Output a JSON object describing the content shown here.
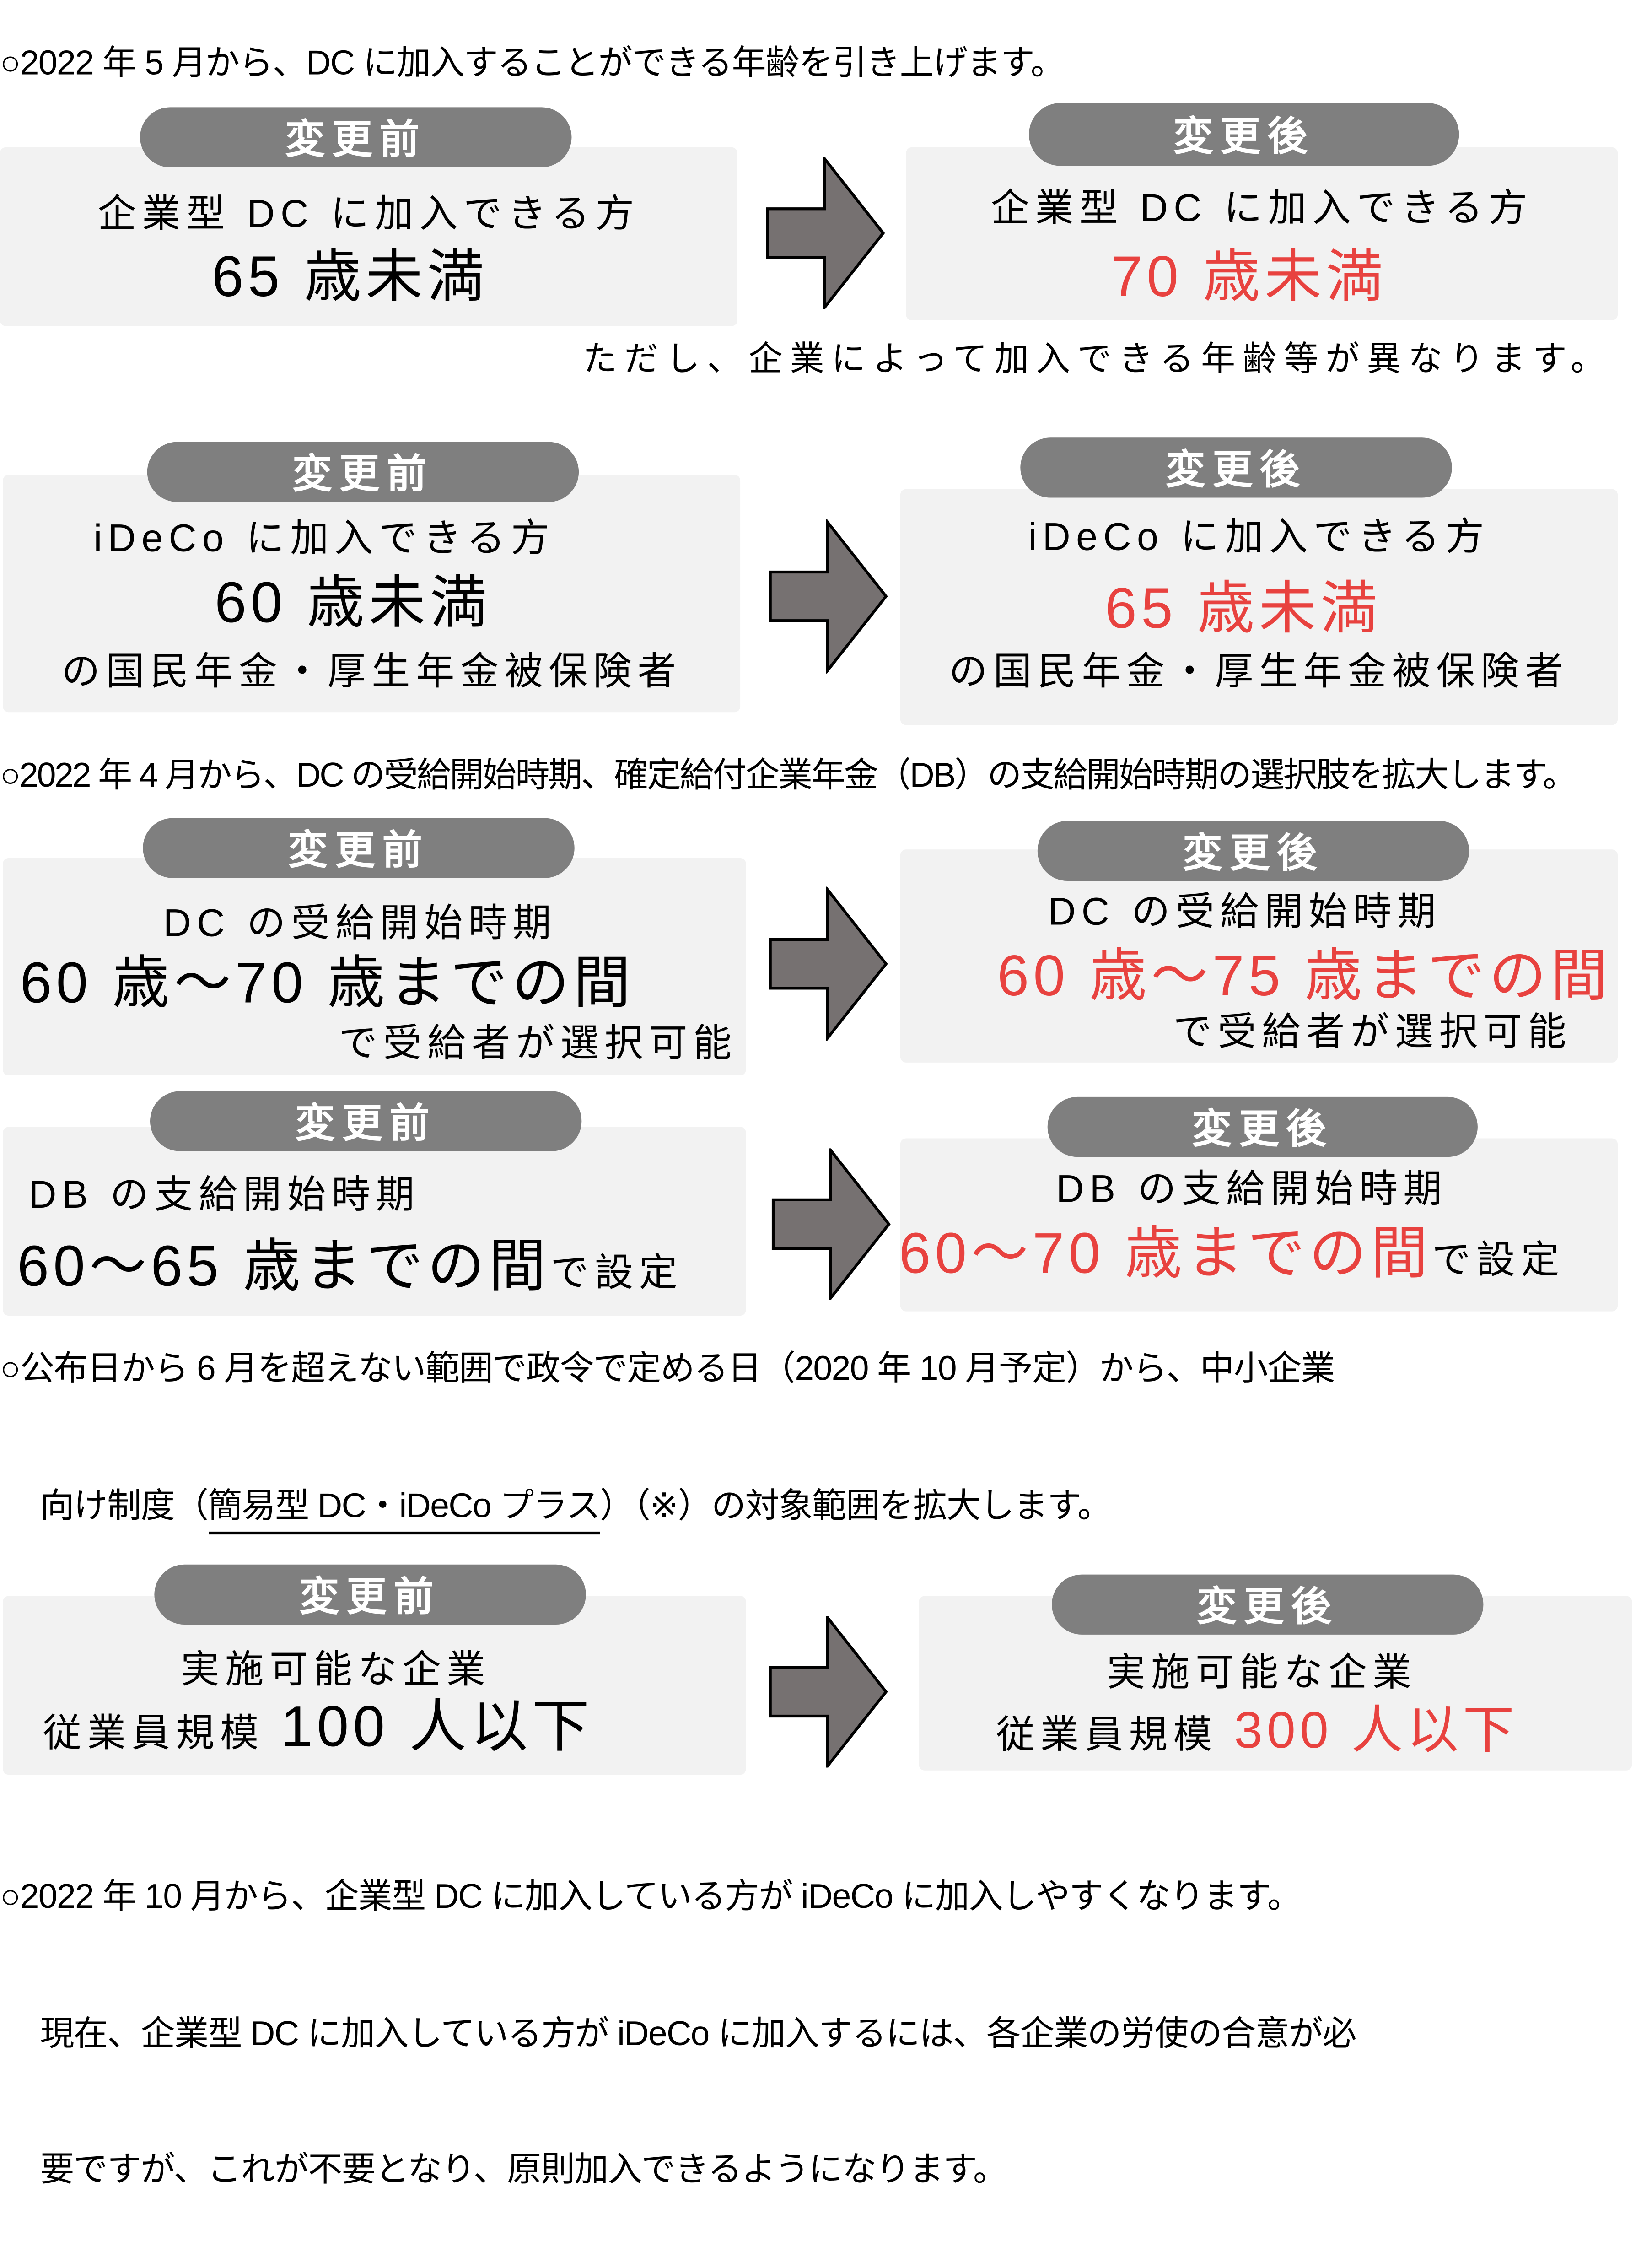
{
  "colors": {
    "box": "#f2f2f2",
    "pill": "#7f7f7f",
    "arrow": "#767171",
    "accent_red": "#e8423f"
  },
  "labels": {
    "before": "変更前",
    "after": "変更後"
  },
  "section1": {
    "heading": "○2022 年 5 月から、DC に加入することができる年齢を引き上げます。",
    "dc": {
      "before_title": "企業型 DC に加入できる方",
      "before_value": "65 歳未満",
      "after_title": "企業型 DC に加入できる方",
      "after_value": "70 歳未満"
    },
    "note": "ただし、企業によって加入できる年齢等が異なります。",
    "ideco": {
      "before_title": "iDeCo に加入できる方",
      "before_value": "60 歳未満",
      "before_sub": "の国民年金・厚生年金被保険者",
      "after_title": "iDeCo に加入できる方",
      "after_value": "65 歳未満",
      "after_sub": "の国民年金・厚生年金被保険者"
    }
  },
  "section2": {
    "heading": "○2022 年 4 月から、DC の受給開始時期、確定給付企業年金（DB）の支給開始時期の選択肢を拡大します。",
    "dc": {
      "before_title": "DC の受給開始時期",
      "before_value": "60 歳～70 歳までの間",
      "before_sub": "で受給者が選択可能",
      "after_title": "DC の受給開始時期",
      "after_value": "60 歳～75 歳までの間",
      "after_sub": "で受給者が選択可能"
    },
    "db": {
      "before_title": "DB の支給開始時期",
      "before_value": "60～65 歳までの間",
      "before_suffix": "で設定",
      "after_title": "DB の支給開始時期",
      "after_value": "60～70 歳までの間",
      "after_suffix": "で設定"
    }
  },
  "section3": {
    "heading": "○公布日から 6 月を超えない範囲で政令で定める日（2020 年 10 月予定）から、中小企業",
    "line2_prefix": "向け制度（",
    "line2_underlined": "簡易型 DC・iDeCo プラス",
    "line2_suffix": "）（※）の対象範囲を拡大します。",
    "before_title": "実施可能な企業",
    "before_prefix": "従業員規模 ",
    "before_value": "100 人以下",
    "after_title": "実施可能な企業",
    "after_prefix": "従業員規模 ",
    "after_value": "300 人以下"
  },
  "section4": {
    "heading": "○2022 年 10 月から、企業型 DC に加入している方が iDeCo に加入しやすくなります。",
    "line2": "現在、企業型 DC に加入している方が iDeCo に加入するには、各企業の労使の合意が必",
    "line3": "要ですが、これが不要となり、原則加入できるようになります。"
  }
}
